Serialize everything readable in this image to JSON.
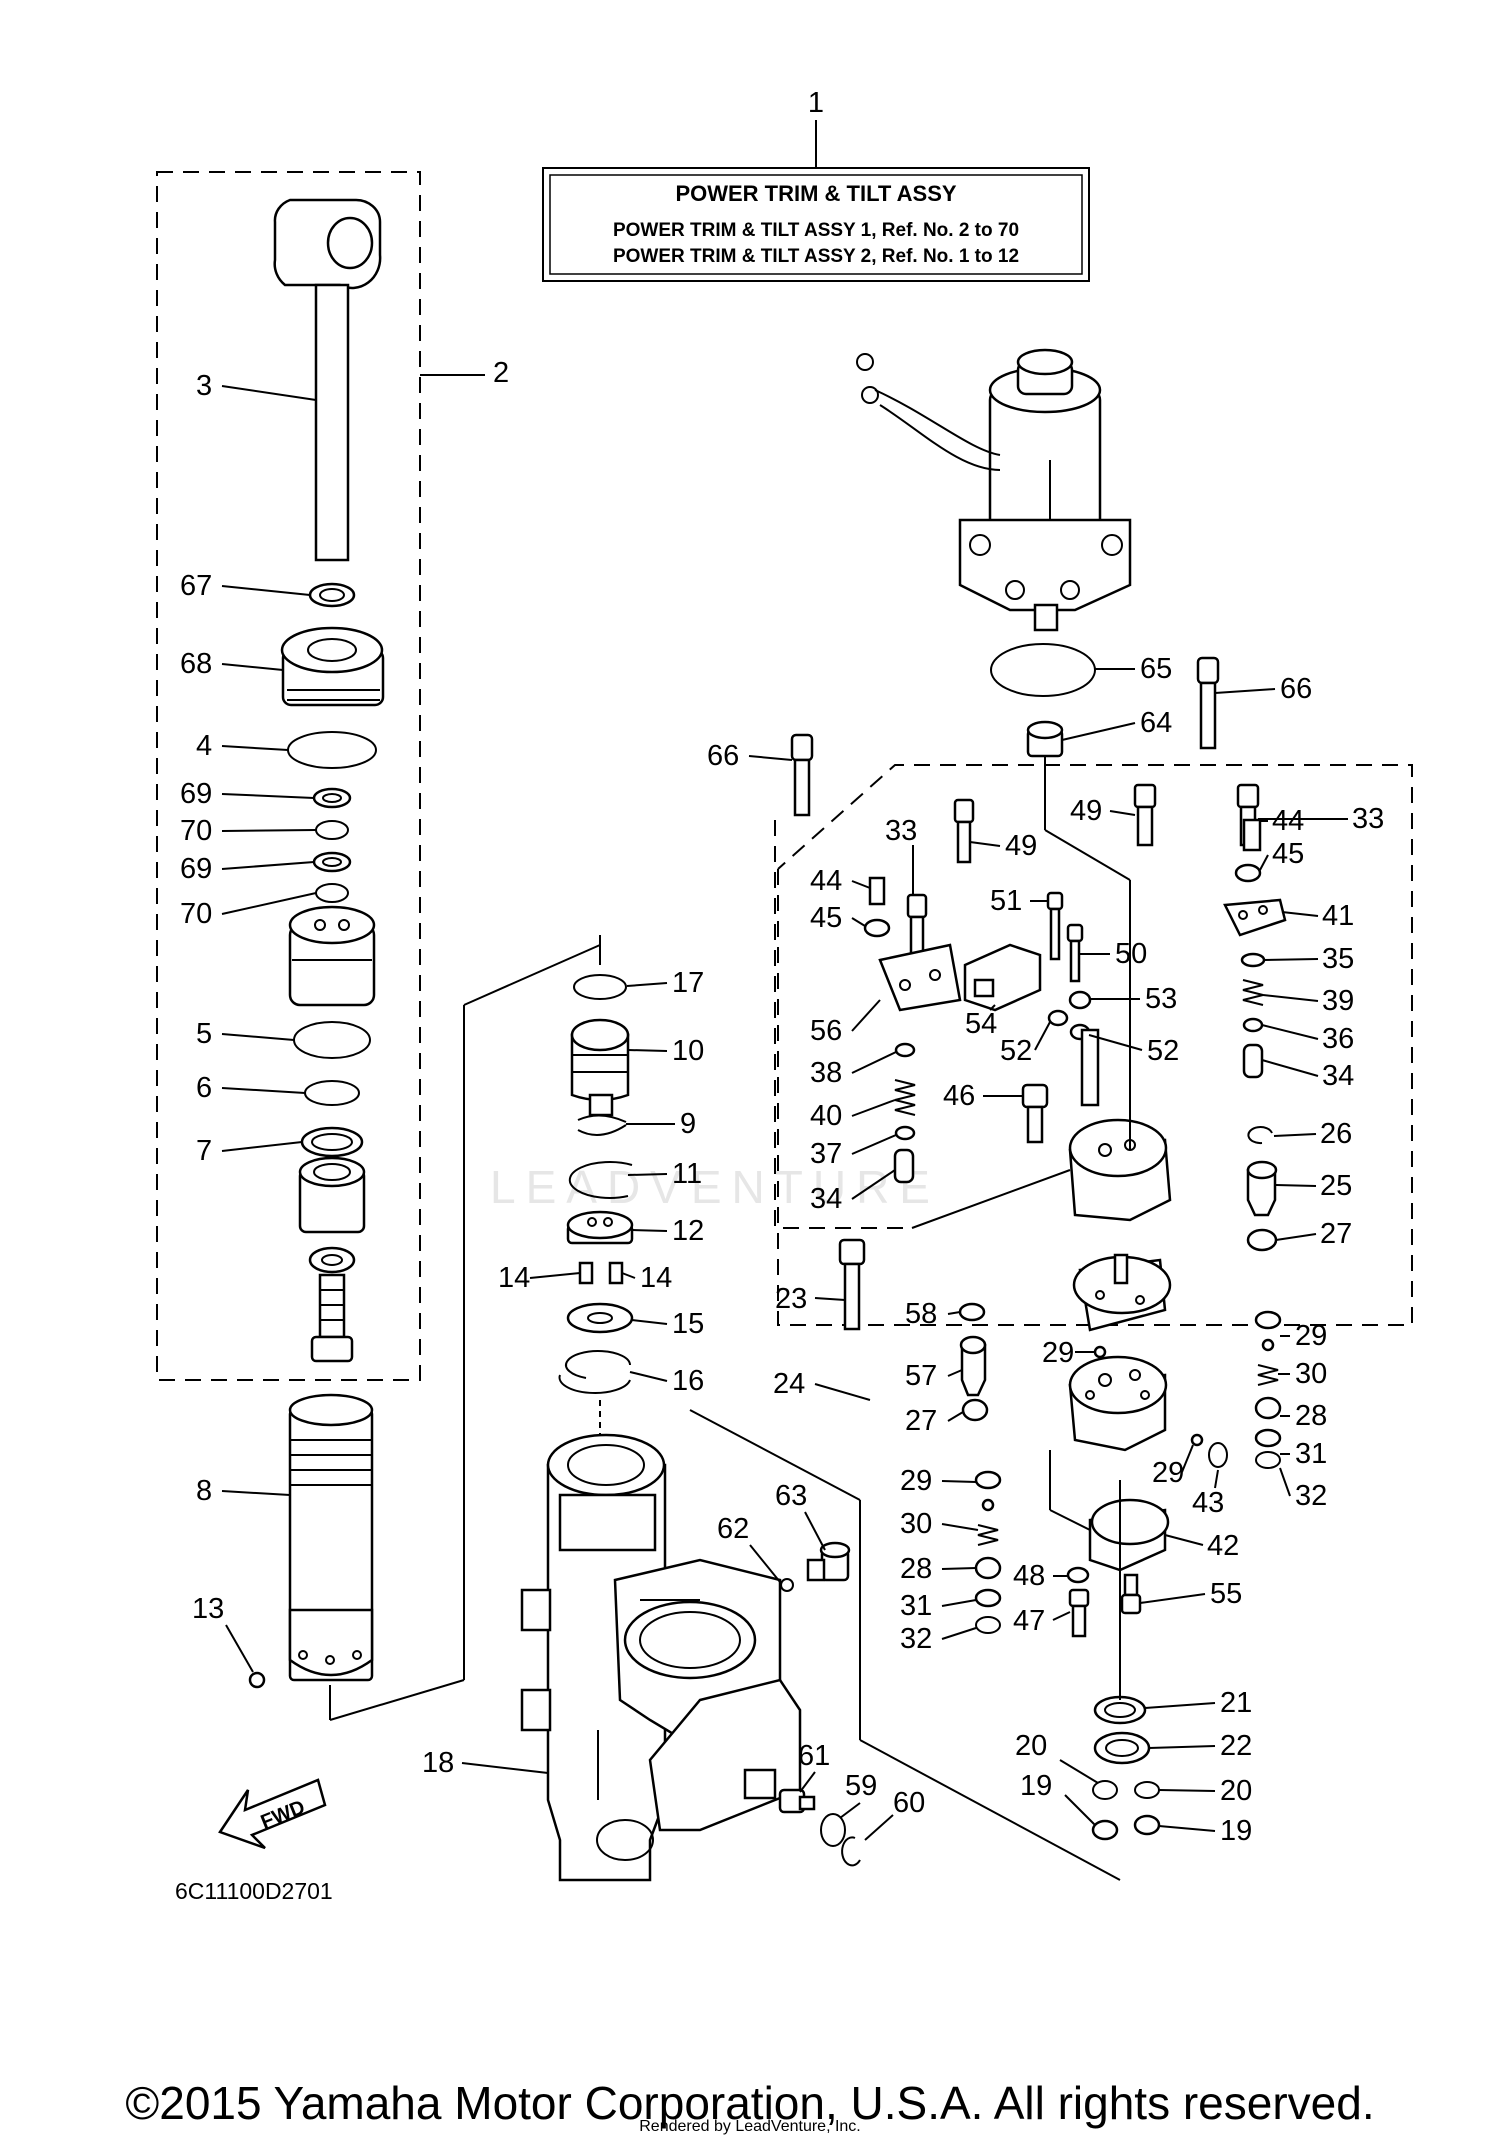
{
  "title_box": {
    "title": "POWER TRIM & TILT ASSY",
    "line1": "POWER TRIM & TILT ASSY 1, Ref. No. 2 to 70",
    "line2": "POWER TRIM & TILT ASSY 2, Ref. No. 1 to 12"
  },
  "diagram_code": "6C11100D2701",
  "fwd_label": "FWD",
  "watermark": "LEADVENTURE",
  "footer": {
    "copyright": "©2015 Yamaha Motor Corporation, U.S.A. All rights reserved.",
    "rendered_by": "Rendered by LeadVenture, Inc."
  },
  "callouts": [
    {
      "id": "c1",
      "ref": "1"
    },
    {
      "id": "c2",
      "ref": "2"
    },
    {
      "id": "c3",
      "ref": "3"
    },
    {
      "id": "c67",
      "ref": "67"
    },
    {
      "id": "c68",
      "ref": "68"
    },
    {
      "id": "c4",
      "ref": "4"
    },
    {
      "id": "c69a",
      "ref": "69"
    },
    {
      "id": "c70a",
      "ref": "70"
    },
    {
      "id": "c69b",
      "ref": "69"
    },
    {
      "id": "c70b",
      "ref": "70"
    },
    {
      "id": "c5",
      "ref": "5"
    },
    {
      "id": "c6",
      "ref": "6"
    },
    {
      "id": "c7",
      "ref": "7"
    },
    {
      "id": "c8",
      "ref": "8"
    },
    {
      "id": "c13",
      "ref": "13"
    },
    {
      "id": "c17",
      "ref": "17"
    },
    {
      "id": "c10",
      "ref": "10"
    },
    {
      "id": "c9",
      "ref": "9"
    },
    {
      "id": "c11",
      "ref": "11"
    },
    {
      "id": "c12",
      "ref": "12"
    },
    {
      "id": "c14a",
      "ref": "14"
    },
    {
      "id": "c14b",
      "ref": "14"
    },
    {
      "id": "c15",
      "ref": "15"
    },
    {
      "id": "c16",
      "ref": "16"
    },
    {
      "id": "c18",
      "ref": "18"
    },
    {
      "id": "c65",
      "ref": "65"
    },
    {
      "id": "c66a",
      "ref": "66"
    },
    {
      "id": "c64",
      "ref": "64"
    },
    {
      "id": "c66b",
      "ref": "66"
    },
    {
      "id": "c33a",
      "ref": "33"
    },
    {
      "id": "c49a",
      "ref": "49"
    },
    {
      "id": "c44a",
      "ref": "44"
    },
    {
      "id": "c45a",
      "ref": "45"
    },
    {
      "id": "c51",
      "ref": "51"
    },
    {
      "id": "c50",
      "ref": "50"
    },
    {
      "id": "c53",
      "ref": "53"
    },
    {
      "id": "c54",
      "ref": "54"
    },
    {
      "id": "c56",
      "ref": "56"
    },
    {
      "id": "c52a",
      "ref": "52"
    },
    {
      "id": "c52b",
      "ref": "52"
    },
    {
      "id": "c38",
      "ref": "38"
    },
    {
      "id": "c40",
      "ref": "40"
    },
    {
      "id": "c37",
      "ref": "37"
    },
    {
      "id": "c34a",
      "ref": "34"
    },
    {
      "id": "c46",
      "ref": "46"
    },
    {
      "id": "c49b",
      "ref": "49"
    },
    {
      "id": "c44b",
      "ref": "44"
    },
    {
      "id": "c33b",
      "ref": "33"
    },
    {
      "id": "c45b",
      "ref": "45"
    },
    {
      "id": "c41",
      "ref": "41"
    },
    {
      "id": "c35",
      "ref": "35"
    },
    {
      "id": "c39",
      "ref": "39"
    },
    {
      "id": "c36",
      "ref": "36"
    },
    {
      "id": "c34b",
      "ref": "34"
    },
    {
      "id": "c26",
      "ref": "26"
    },
    {
      "id": "c25",
      "ref": "25"
    },
    {
      "id": "c27a",
      "ref": "27"
    },
    {
      "id": "c23",
      "ref": "23"
    },
    {
      "id": "c58",
      "ref": "58"
    },
    {
      "id": "c57",
      "ref": "57"
    },
    {
      "id": "c24",
      "ref": "24"
    },
    {
      "id": "c27b",
      "ref": "27"
    },
    {
      "id": "c29a",
      "ref": "29"
    },
    {
      "id": "c29b",
      "ref": "29"
    },
    {
      "id": "c30a",
      "ref": "30"
    },
    {
      "id": "c28a",
      "ref": "28"
    },
    {
      "id": "c31a",
      "ref": "31"
    },
    {
      "id": "c32a",
      "ref": "32"
    },
    {
      "id": "c29c",
      "ref": "29"
    },
    {
      "id": "c43",
      "ref": "43"
    },
    {
      "id": "c29d",
      "ref": "29"
    },
    {
      "id": "c30b",
      "ref": "30"
    },
    {
      "id": "c28b",
      "ref": "28"
    },
    {
      "id": "c48",
      "ref": "48"
    },
    {
      "id": "c31b",
      "ref": "31"
    },
    {
      "id": "c47",
      "ref": "47"
    },
    {
      "id": "c32b",
      "ref": "32"
    },
    {
      "id": "c42",
      "ref": "42"
    },
    {
      "id": "c55",
      "ref": "55"
    },
    {
      "id": "c63",
      "ref": "63"
    },
    {
      "id": "c62",
      "ref": "62"
    },
    {
      "id": "c61",
      "ref": "61"
    },
    {
      "id": "c59",
      "ref": "59"
    },
    {
      "id": "c60",
      "ref": "60"
    },
    {
      "id": "c21",
      "ref": "21"
    },
    {
      "id": "c22",
      "ref": "22"
    },
    {
      "id": "c20a",
      "ref": "20"
    },
    {
      "id": "c20b",
      "ref": "20"
    },
    {
      "id": "c19a",
      "ref": "19"
    },
    {
      "id": "c19b",
      "ref": "19"
    }
  ]
}
